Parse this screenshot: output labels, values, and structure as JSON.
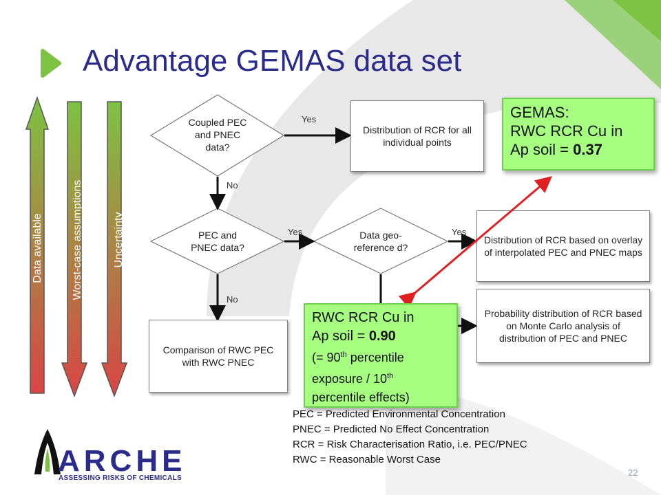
{
  "title": "Advantage GEMAS data set",
  "arrows": {
    "data_available": "Data available",
    "worst_case": "Worst-case assumptions",
    "uncertainty": "Uncertainty"
  },
  "flow": {
    "coupled": "Coupled PEC and PNEC data?",
    "pec_pnec": "PEC and PNEC data?",
    "georef": "Data geo-reference d?",
    "dist_individual": "Distribution of RCR for all individual points",
    "dist_overlay": "Distribution of RCR based on overlay of interpolated PEC and PNEC maps",
    "prob_dist": "Probability distribution of RCR based on Monte Carlo analysis of distribution of PEC and PNEC",
    "comparison": "Comparison of RWC PEC with RWC PNEC",
    "yes": "Yes",
    "no": "No"
  },
  "gemas_box": {
    "line1": "GEMAS:",
    "line2": "RWC RCR Cu in",
    "line3_prefix": "Ap soil = ",
    "line3_value": "0.37"
  },
  "rwc_box": {
    "line1": "RWC RCR Cu in",
    "line2_prefix": "Ap soil = ",
    "line2_value": "0.90",
    "line3_a": "(= 90",
    "line3_sup": "th",
    "line3_b": " percentile",
    "line4_a": "exposure / 10",
    "line4_sup": "th",
    "line5": "percentile effects)"
  },
  "definitions": {
    "pec": "PEC = Predicted Environmental Concentration",
    "pnec": "PNEC = Predicted No Effect Concentration",
    "rcr": "RCR = Risk Characterisation Ratio, i.e. PEC/PNEC",
    "rwc": "RWC = Reasonable Worst Case"
  },
  "logo": {
    "name": "ARCHE",
    "tagline": "ASSESSING RISKS OF CHEMICALS"
  },
  "page_number": "22",
  "colors": {
    "title": "#2b2b8c",
    "accent_green": "#7dc242",
    "highlight_green": "#a6ff80",
    "connector_red": "#e02020"
  }
}
